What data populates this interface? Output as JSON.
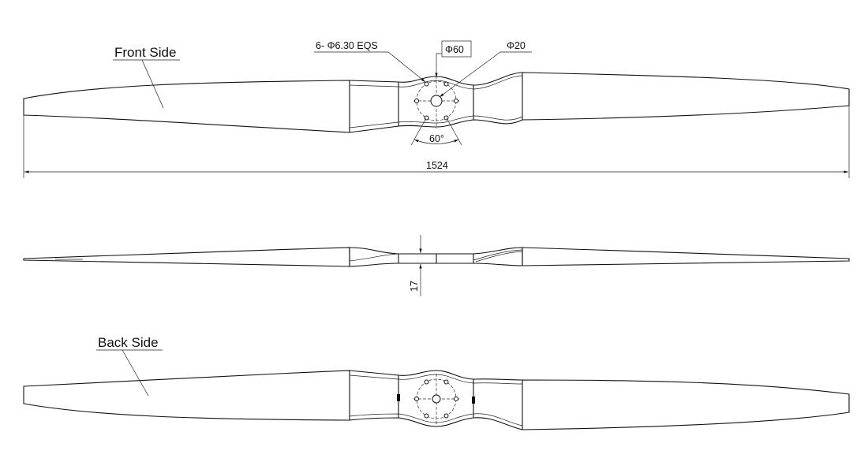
{
  "labels": {
    "front_side": "Front Side",
    "back_side": "Back Side"
  },
  "dimensions": {
    "holes": "6- Φ6.30 EQS",
    "bolt_circle": "Φ60",
    "center_hole": "Φ20",
    "angle": "60°",
    "length": "1524",
    "thickness": "17"
  },
  "colors": {
    "line": "#111111",
    "background": "#ffffff"
  }
}
